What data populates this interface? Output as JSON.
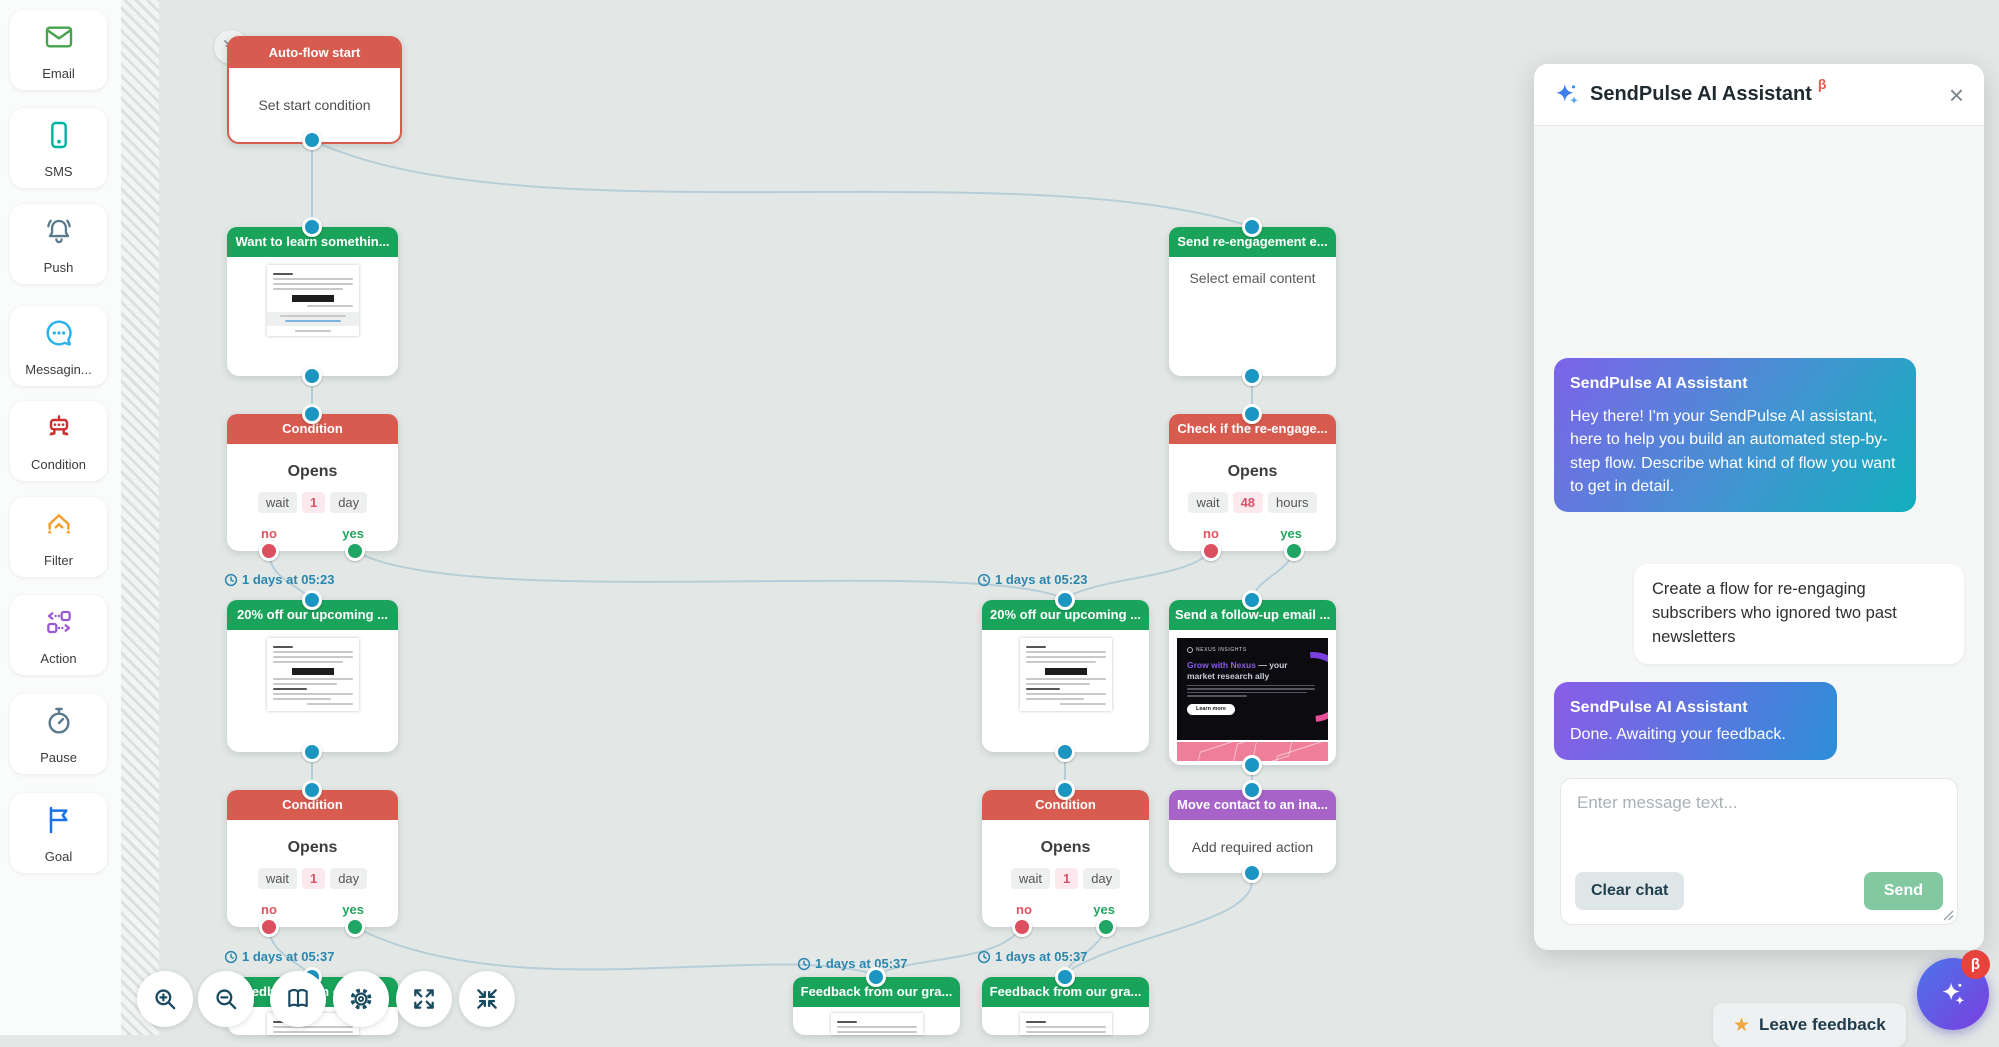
{
  "sidebar": {
    "items": [
      {
        "id": "email",
        "label": "Email"
      },
      {
        "id": "sms",
        "label": "SMS"
      },
      {
        "id": "push",
        "label": "Push"
      },
      {
        "id": "messaging",
        "label": "Messagin..."
      },
      {
        "id": "condition",
        "label": "Condition"
      },
      {
        "id": "filter",
        "label": "Filter"
      },
      {
        "id": "action",
        "label": "Action"
      },
      {
        "id": "pause",
        "label": "Pause"
      },
      {
        "id": "goal",
        "label": "Goal"
      }
    ]
  },
  "flow": {
    "nodes": {
      "start": {
        "title": "Auto-flow start",
        "body": "Set start condition"
      },
      "email_learn": {
        "title": "Want to learn somethin..."
      },
      "cond_left1": {
        "title": "Condition",
        "metric": "Opens",
        "wait": "wait",
        "value": "1",
        "unit": "day",
        "no": "no",
        "yes": "yes"
      },
      "pct_left": {
        "title": "20% off our upcoming ..."
      },
      "cond_left2": {
        "title": "Condition",
        "metric": "Opens",
        "wait": "wait",
        "value": "1",
        "unit": "day",
        "no": "no",
        "yes": "yes"
      },
      "fb_left": {
        "title": "Feedback from our gra..."
      },
      "fb_mid": {
        "title": "Feedback from our gra..."
      },
      "pct_mid": {
        "title": "20% off our upcoming ..."
      },
      "cond_mid": {
        "title": "Condition",
        "metric": "Opens",
        "wait": "wait",
        "value": "1",
        "unit": "day",
        "no": "no",
        "yes": "yes"
      },
      "fb_right": {
        "title": "Feedback from our gra..."
      },
      "reengage": {
        "title": "Send re-engagement e...",
        "body": "Select email content"
      },
      "cond_re": {
        "title": "Check if the re-engage...",
        "metric": "Opens",
        "wait": "wait",
        "value": "48",
        "unit": "hours",
        "no": "no",
        "yes": "yes"
      },
      "followup": {
        "title": "Send a follow-up email ...",
        "preview": {
          "brand": "NEXUS INSIGHTS",
          "headline_accent": "Grow with Nexus",
          "headline_rest": " — your market research ally",
          "cta": "Learn more"
        }
      },
      "move": {
        "title": "Move contact to an ina...",
        "body": "Add required action"
      }
    },
    "timestamps": {
      "t1": "1 days at 05:23",
      "t2": "1 days at 05:23",
      "t3": "1 days at 05:37",
      "t4": "1 days at 05:37",
      "t5": "1 days at 05:37"
    }
  },
  "toolbar": {
    "buttons": [
      "zoom-in",
      "zoom-out",
      "map",
      "settings",
      "expand",
      "collapse"
    ]
  },
  "assistant": {
    "title": "SendPulse AI Assistant",
    "beta": "β",
    "messages": {
      "welcome": {
        "author": "SendPulse AI Assistant",
        "text": "Hey there! I'm your SendPulse AI assistant, here to help you build an automated step-by-step flow. Describe what kind of flow you want to get in detail."
      },
      "user": {
        "text": "Create a flow for re-engaging subscribers who ignored two past newsletters"
      },
      "done": {
        "author": "SendPulse AI Assistant",
        "text": "Done. Awaiting your feedback."
      }
    },
    "input_placeholder": "Enter message text...",
    "clear_button": "Clear chat",
    "send_button": "Send"
  },
  "feedback": {
    "label": "Leave feedback"
  },
  "fab": {
    "badge": "β"
  },
  "colors": {
    "green": "#1aa35a",
    "red": "#d75b4e",
    "purple": "#a763c8",
    "dot_blue": "#1b95c1",
    "connector": "#b7ced9",
    "timestamp": "#2b87ae"
  }
}
